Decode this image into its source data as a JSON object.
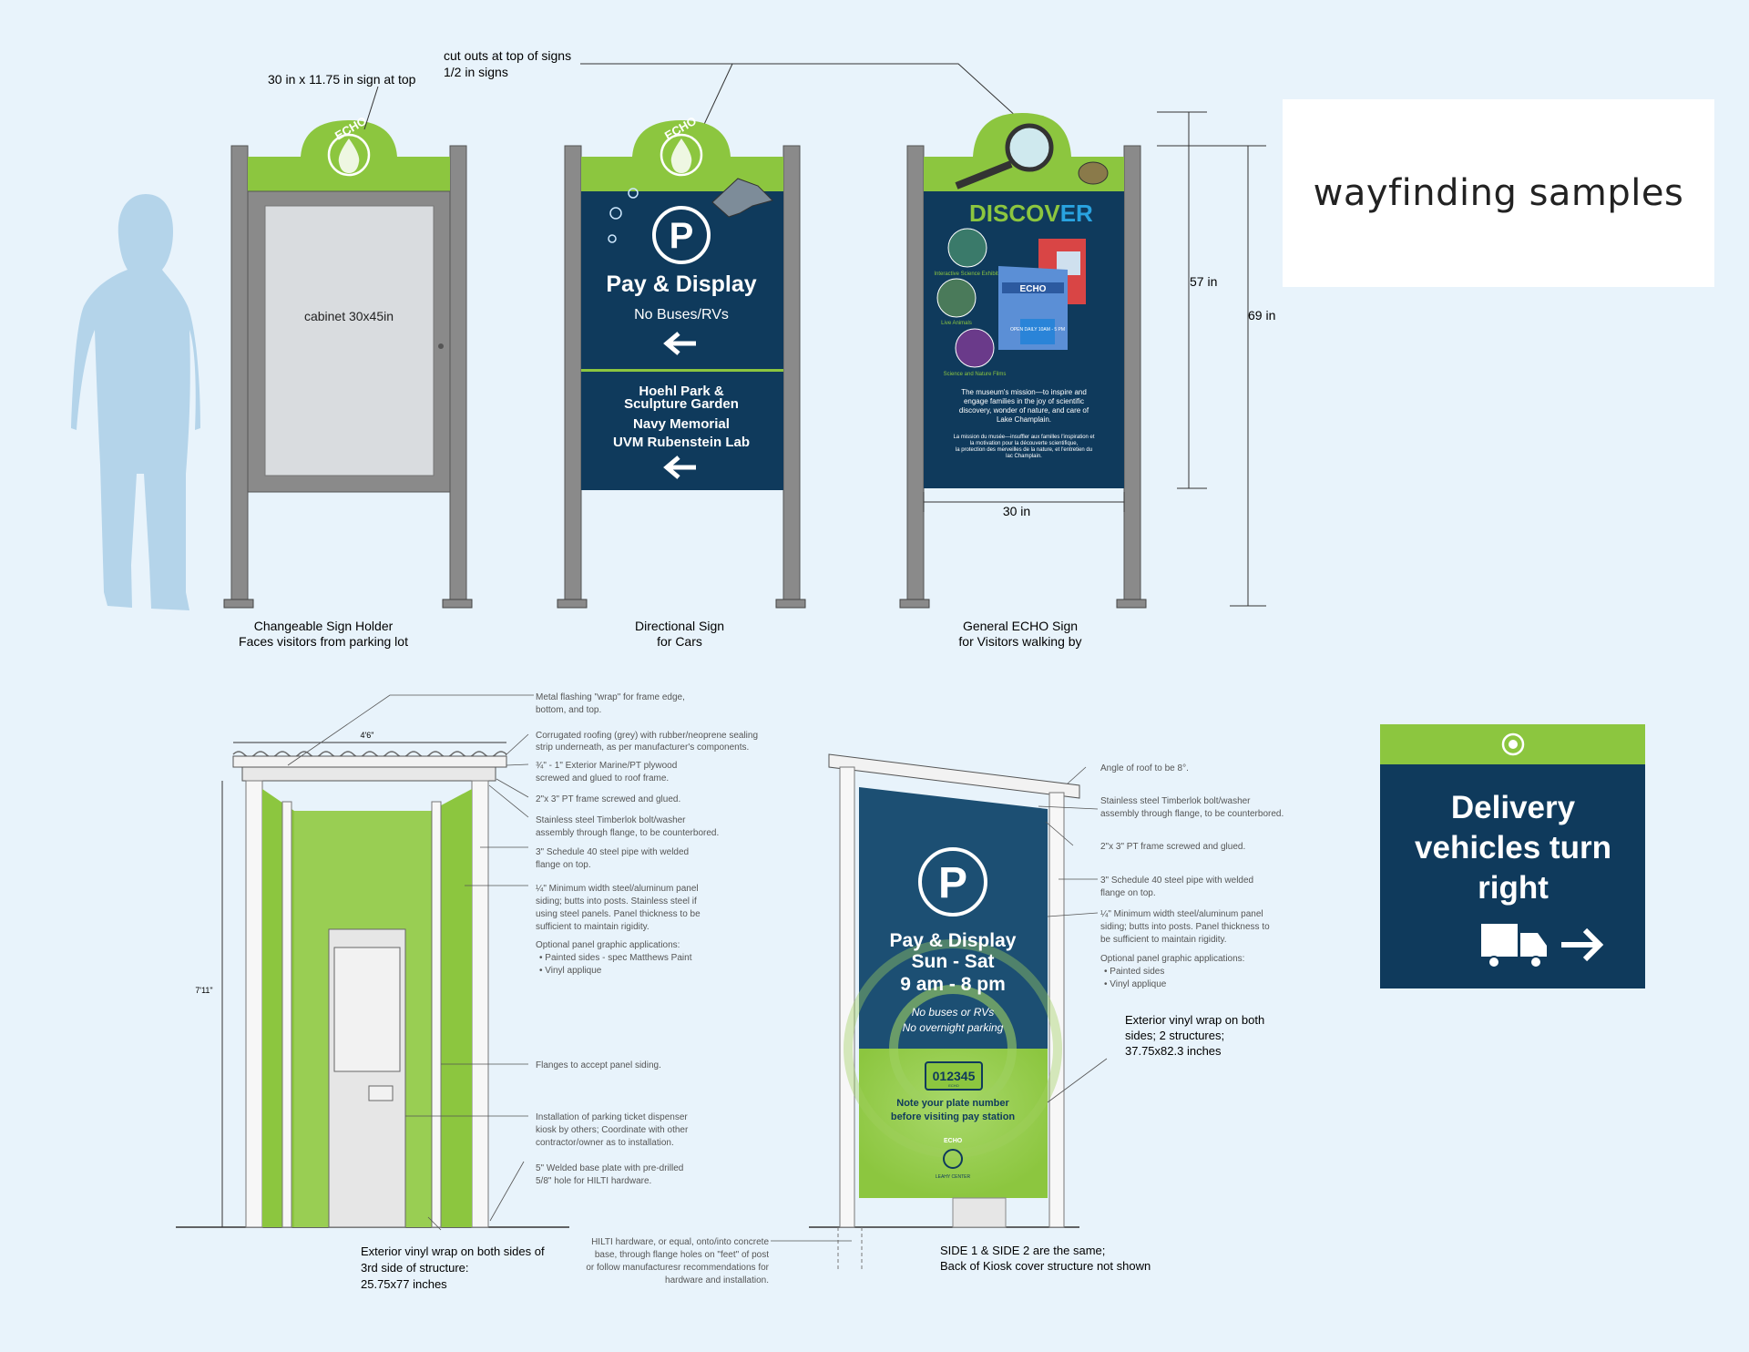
{
  "title": "wayfinding samples",
  "colors": {
    "green": "#8cc63f",
    "navy": "#0f3a5c",
    "post": "#8a8a8a",
    "bg": "#e8f3fb"
  },
  "top": {
    "callout_size": "30 in x 11.75 in sign at top",
    "callout_cutouts_1": "cut outs at top of signs",
    "callout_cutouts_2": "1/2 in signs",
    "cabinet_label": "cabinet 30x45in",
    "logo_text": "ECHO",
    "dim_57": "57 in",
    "dim_69": "69 in",
    "dim_30": "30 in",
    "sign1": {
      "cap1": "Changeable Sign Holder",
      "cap2": "Faces visitors from parking lot"
    },
    "sign2": {
      "cap1": "Directional Sign",
      "cap2": "for Cars",
      "symbol": "P",
      "line1": "Pay & Display",
      "line2": "No Buses/RVs",
      "dest1a": "Hoehl Park &",
      "dest1b": "Sculpture Garden",
      "dest2": "Navy Memorial",
      "dest3": "UVM Rubenstein Lab"
    },
    "sign3": {
      "cap1": "General ECHO Sign",
      "cap2": "for Visitors walking by",
      "heading_a": "DISCOV",
      "heading_b": "ER",
      "building_sign": "ECHO",
      "photo1": "Interactive Science Exhibits",
      "photo2": "Live Animals",
      "photo3": "Science and Nature Films",
      "hours": "OPEN DAILY 10AM - 5 PM",
      "m1": "The museum's mission—to inspire and",
      "m2": "engage families in the joy of scientific",
      "m3": "discovery, wonder of nature, and care of",
      "m4": "Lake Champlain.",
      "f1": "La mission du musée—insuffler aux familles l'inspiration et",
      "f2": "la motivation pour la découverte scientifique,",
      "f3": "la protection des merveilles de la nature, et l'entretien du",
      "f4": "lac Champlain."
    }
  },
  "delivery": {
    "line1": "Delivery",
    "line2": "vehicles turn",
    "line3": "right"
  },
  "kiosk_left": {
    "dim_width": "4'6\"",
    "dim_height": "7'11\"",
    "notes": [
      [
        "Metal flashing \"wrap\" for frame edge,",
        "bottom, and top."
      ],
      [
        "Corrugated roofing (grey) with rubber/neoprene sealing",
        "strip underneath, as per manufacturer's components."
      ],
      [
        "¾\" - 1\" Exterior Marine/PT plywood",
        "screwed and glued to roof frame."
      ],
      [
        "2\"x 3\" PT frame screwed and glued."
      ],
      [
        "Stainless steel Timberlok bolt/washer",
        "assembly through flange, to be counterbored."
      ],
      [
        "3\" Schedule 40 steel pipe with welded",
        "flange on top."
      ],
      [
        "¼\" Minimum width steel/aluminum panel",
        "siding; butts into posts. Stainless steel if",
        "using steel panels. Panel thickness to be",
        "sufficient to maintain rigidity."
      ],
      [
        "Optional panel graphic applications:",
        "•  Painted sides - spec Matthews Paint",
        "•  Vinyl applique"
      ],
      [
        "Flanges to accept panel siding."
      ],
      [
        "Installation of parking ticket dispenser",
        "kiosk by others; Coordinate with other",
        "contractor/owner as to installation."
      ],
      [
        "5\" Welded base plate with pre-drilled",
        "5/8\" hole for HILTI hardware."
      ]
    ],
    "wrap1": "Exterior vinyl wrap on both sides of",
    "wrap2": "3rd side of structure:",
    "wrap3": "25.75x77 inches"
  },
  "kiosk_right": {
    "symbol": "P",
    "l1": "Pay & Display",
    "l2": "Sun - Sat",
    "l3": "9 am - 8 pm",
    "l4": "No buses or RVs",
    "l5": "No overnight parking",
    "plate": "012345",
    "plate_sub": "ECHO",
    "l6": "Note your plate number",
    "l7": "before visiting pay station",
    "logo_text": "ECHO",
    "logo_sub": "LEAHY CENTER",
    "notes": [
      [
        "Angle of roof to be 8°."
      ],
      [
        "Stainless steel Timberlok bolt/washer",
        "assembly through flange, to be counterbored."
      ],
      [
        "2\"x 3\" PT frame screwed and glued."
      ],
      [
        "3\" Schedule 40 steel pipe with welded",
        "flange on top."
      ],
      [
        "¼\" Minimum width steel/aluminum panel",
        "siding; butts into posts. Panel thickness to",
        "be sufficient to maintain rigidity."
      ],
      [
        "Optional panel graphic applications:",
        "•  Painted sides",
        "•  Vinyl applique"
      ]
    ],
    "wrap1": "Exterior vinyl wrap on both",
    "wrap2": "sides; 2 structures;",
    "wrap3": "37.75x82.3 inches",
    "hilti1": "HILTI hardware, or equal, onto/into concrete",
    "hilti2": "base, through flange holes on \"feet\" of post",
    "hilti3": "or follow manufacturesr recommendations for",
    "hilti4": "hardware and installation.",
    "side1": "SIDE 1 & SIDE 2 are the same;",
    "side2": "Back of Kiosk cover structure not shown"
  }
}
